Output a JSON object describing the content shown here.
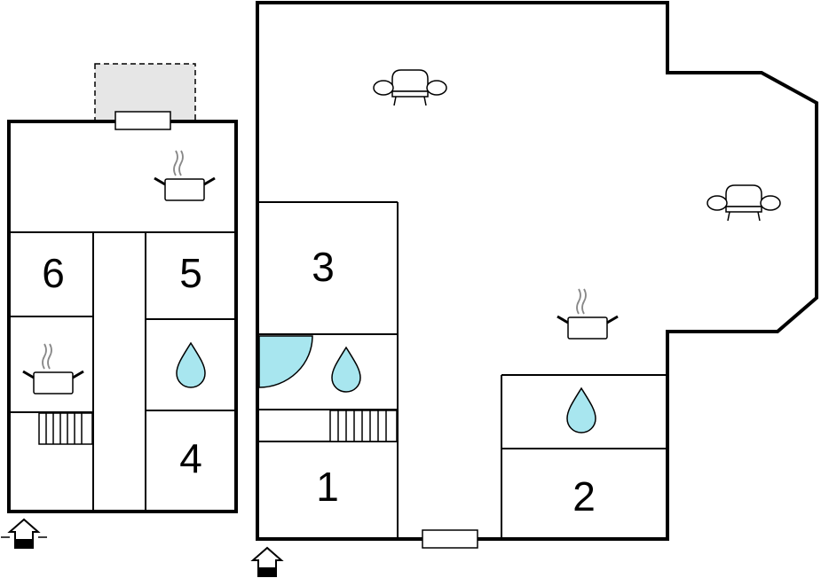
{
  "rooms": {
    "r1": "1",
    "r2": "2",
    "r3": "3",
    "r4": "4",
    "r5": "5",
    "r6": "6"
  },
  "colors": {
    "water": "#a8e6ef",
    "balcony": "#e6e6e6",
    "line": "#000000",
    "steam": "#888888"
  },
  "icons": {
    "sofa": "sofa-icon",
    "kitchen": "kitchen-pot-icon",
    "bathroom": "water-drop-icon",
    "stairs": "stairs-icon",
    "entrance": "entrance-house-icon",
    "shower": "shower-corner-icon"
  }
}
